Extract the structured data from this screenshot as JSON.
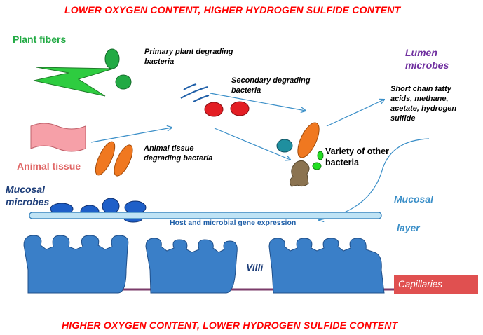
{
  "colors": {
    "banner": "#ff0000",
    "plant": "#22aa44",
    "animal": "#e06666",
    "lumen": "#7030a0",
    "mucosal": "#1f5fa8",
    "arrow": "#3b8fc8",
    "villi": "#3a7fc8",
    "capillary": "#e05050",
    "orange": "#f07820",
    "red": "#e31e24",
    "teal": "#1f8f9f",
    "brown": "#8b7350",
    "lime": "#22dd22"
  },
  "banner_top": "LOWER OXYGEN CONTENT, HIGHER HYDROGEN SULFIDE CONTENT",
  "banner_bottom": "HIGHER OXYGEN CONTENT, LOWER HYDROGEN SULFIDE CONTENT",
  "labels": {
    "plant_fibers": "Plant fibers",
    "primary_plant_line1": "Primary plant degrading",
    "primary_plant_line2": "bacteria",
    "secondary_line1": "Secondary  degrading",
    "secondary_line2": "bacteria",
    "lumen_line1": "Lumen",
    "lumen_line2": "microbes",
    "scfa_line1": "Short chain fatty",
    "scfa_line2": "acids,  methane,",
    "scfa_line3": "acetate, hydrogen",
    "scfa_line4": "sulfide",
    "animal_tissue": "Animal tissue",
    "animal_degrading_line1": "Animal tissue",
    "animal_degrading_line2": "degrading bacteria",
    "variety_line1": "Variety of other",
    "variety_line2": "bacteria",
    "mucosal_microbes_line1": "Mucosal",
    "mucosal_microbes_line2": "microbes",
    "mucosal_layer_line1": "Mucosal",
    "mucosal_layer_line2": "layer",
    "gene_expression": "Host and microbial gene expression",
    "villi": "Villi",
    "capillaries": "Capillaries"
  }
}
